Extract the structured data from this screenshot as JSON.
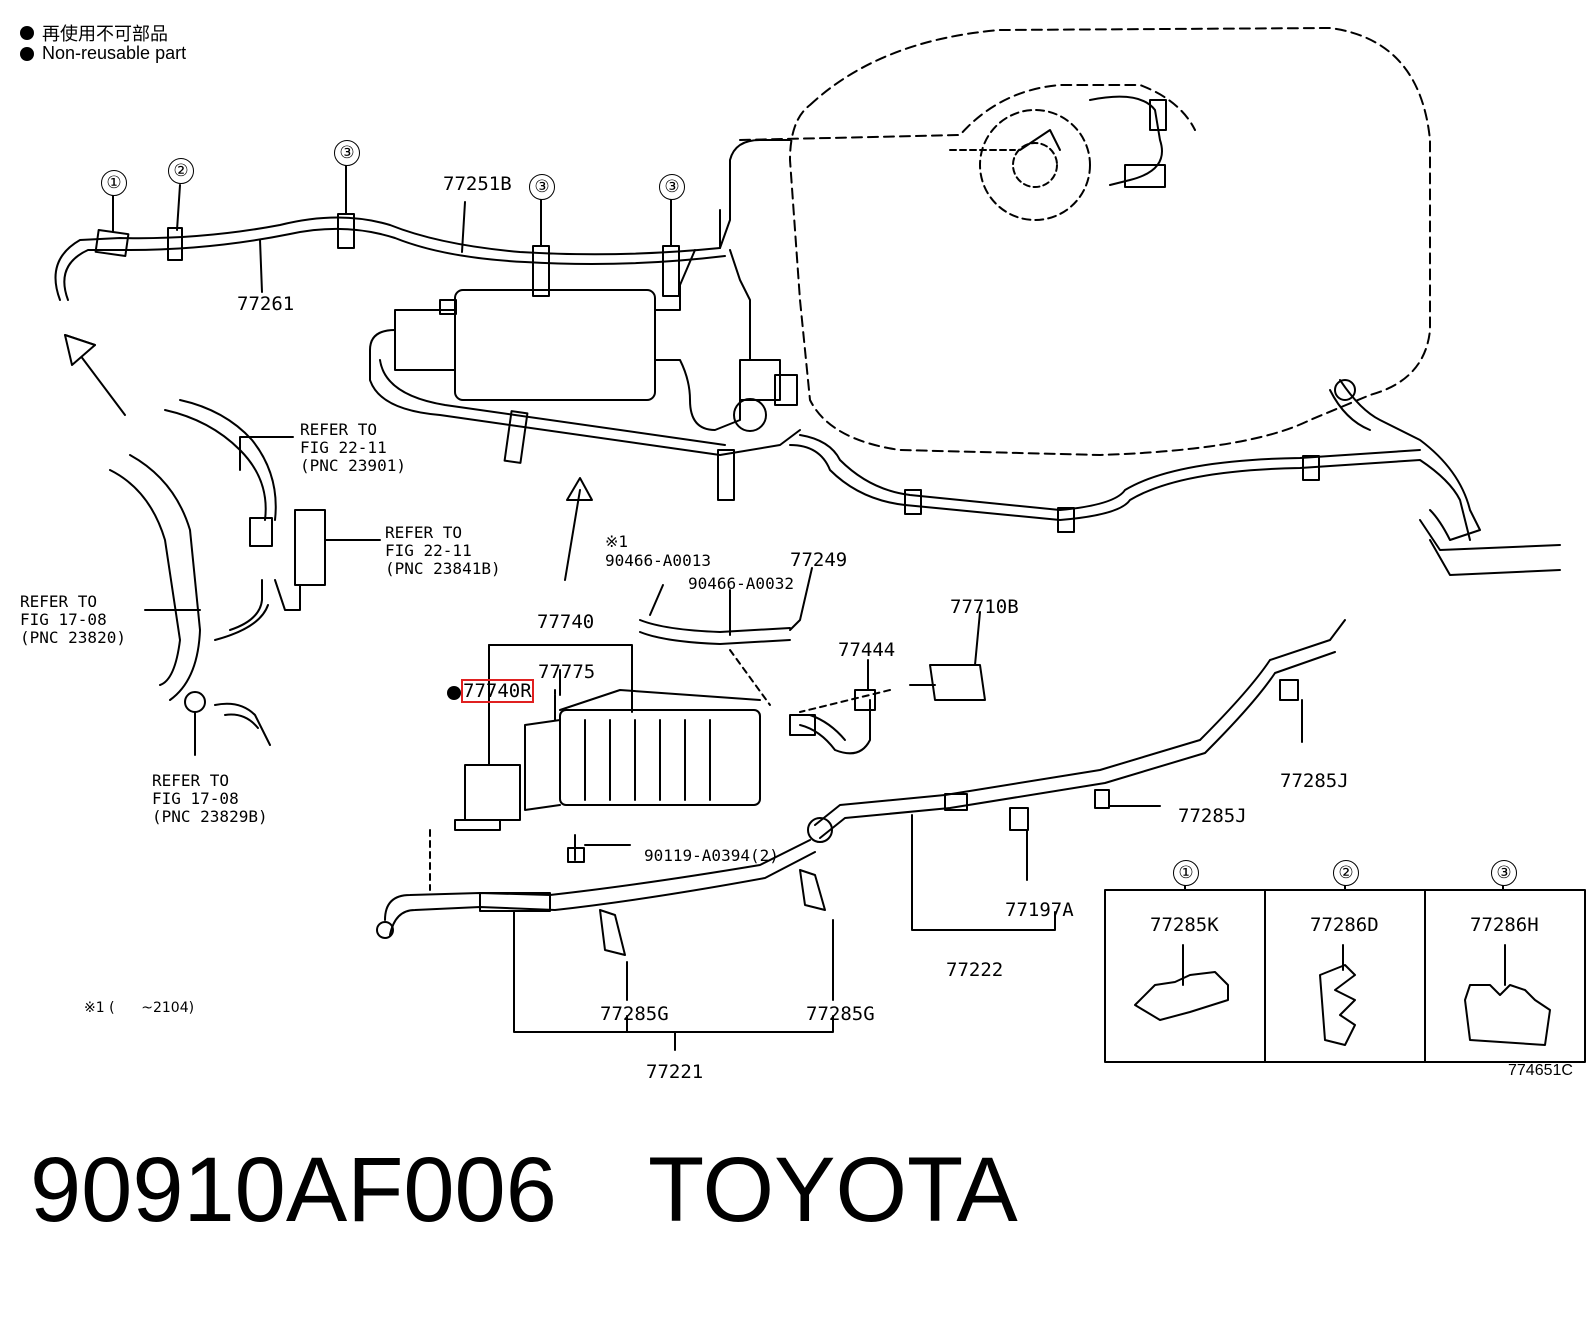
{
  "legend": [
    {
      "icon": "black-dot",
      "text": "再使用不可部品"
    },
    {
      "icon": "black-dot",
      "text": "Non-reusable part"
    }
  ],
  "callouts": {
    "c1": "①",
    "c2": "②",
    "c3": "③"
  },
  "part_labels": {
    "p77251B": "77251B",
    "p77261": "77261",
    "p77740": "77740",
    "p77775": "77775",
    "p77740R": "77740R",
    "p90466_A0013": "90466-A0013",
    "p90466_A0032": "90466-A0032",
    "p77249": "77249",
    "p77444": "77444",
    "p77710B": "77710B",
    "p77285J_top": "77285J",
    "p77285J_mid": "77285J",
    "p90119": "90119-A0394(2)",
    "p77197A": "77197A",
    "p77222": "77222",
    "p77285G_left": "77285G",
    "p77285G_right": "77285G",
    "p77221": "77221"
  },
  "refer_notes": {
    "r1": "REFER TO\nFIG 22-11\n(PNC 23901)",
    "r2": "REFER TO\nFIG 22-11\n(PNC 23841B)",
    "r3": "REFER TO\nFIG 17-08\n(PNC 23820)",
    "r4": "REFER TO\nFIG 17-08\n(PNC 23829B)"
  },
  "footnotes": {
    "mark": "※1",
    "range": "※1 (      ~2104)"
  },
  "parts_table": [
    {
      "callout": "①",
      "part": "77285K"
    },
    {
      "callout": "②",
      "part": "77286D"
    },
    {
      "callout": "③",
      "part": "77286H"
    }
  ],
  "drawing_code": "774651C",
  "caption": {
    "part_number": "90910AF006",
    "brand": "TOYOTA"
  }
}
